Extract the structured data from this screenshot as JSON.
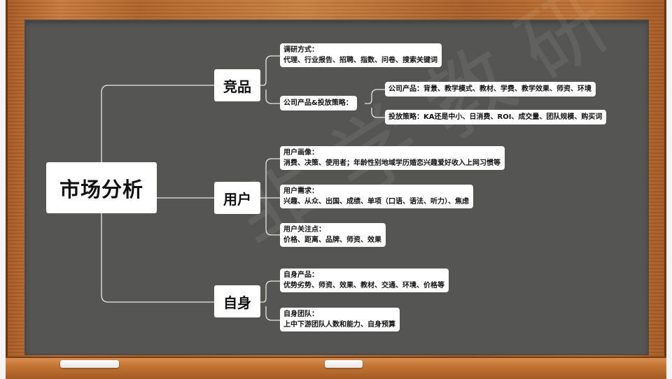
{
  "mindmap": {
    "root": "市场分析",
    "branches": [
      {
        "label": "竞品",
        "children": [
          {
            "title": "调研方式：",
            "text": "代理、行业报告、招聘、指数、问卷、搜索关键词"
          },
          {
            "title": "公司产品&投放策略：",
            "children": [
              {
                "text": "公司产品：背景、教学模式、教材、学费、教学效果、师资、环境"
              },
              {
                "text": "投放策略：KA还是中小、日消费、ROI、成交量、团队规模、购买词"
              }
            ]
          }
        ]
      },
      {
        "label": "用户",
        "children": [
          {
            "title": "用户画像：",
            "text": "消费、决策、使用者；年龄性别地域学历婚恋兴趣爱好收入上网习惯等"
          },
          {
            "title": "用户需求：",
            "text": "兴趣、从众、出国、成绩、单项（口语、语法、听力）、焦虑"
          },
          {
            "title": "用户关注点：",
            "text": "价格、距离、品牌、师资、效果"
          }
        ]
      },
      {
        "label": "自身",
        "children": [
          {
            "title": "自身产品：",
            "text": "优势劣势、师资、效果、教材、交通、环境、价格等"
          },
          {
            "title": "自身团队：",
            "text": "上中下游团队人数和能力、自身预算"
          }
        ]
      }
    ]
  },
  "colors": {
    "board": "#555554",
    "frame": "#b8692e",
    "node_bg": "#ffffff",
    "connector": "#e8e8e8"
  }
}
